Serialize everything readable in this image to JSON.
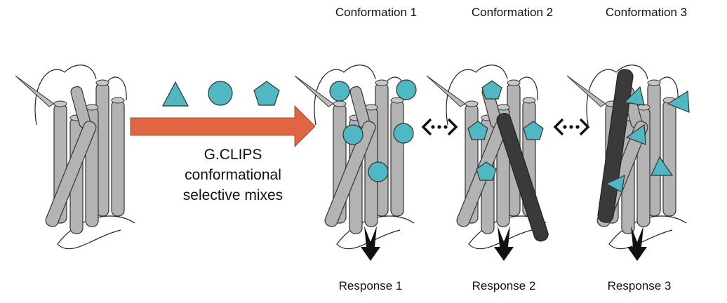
{
  "conformation_labels": [
    "Conformation 1",
    "Conformation 2",
    "Conformation 3"
  ],
  "response_labels": [
    "Response 1",
    "Response 2",
    "Response 3"
  ],
  "mix_label_lines": [
    "G.CLIPS",
    "conformational",
    "selective mixes"
  ],
  "colors": {
    "helix": "#b3b3b3",
    "helix_dark": "#3a3a3a",
    "ligand": "#4fb8c2",
    "arrow": "#e06541",
    "outline": "#333333"
  }
}
